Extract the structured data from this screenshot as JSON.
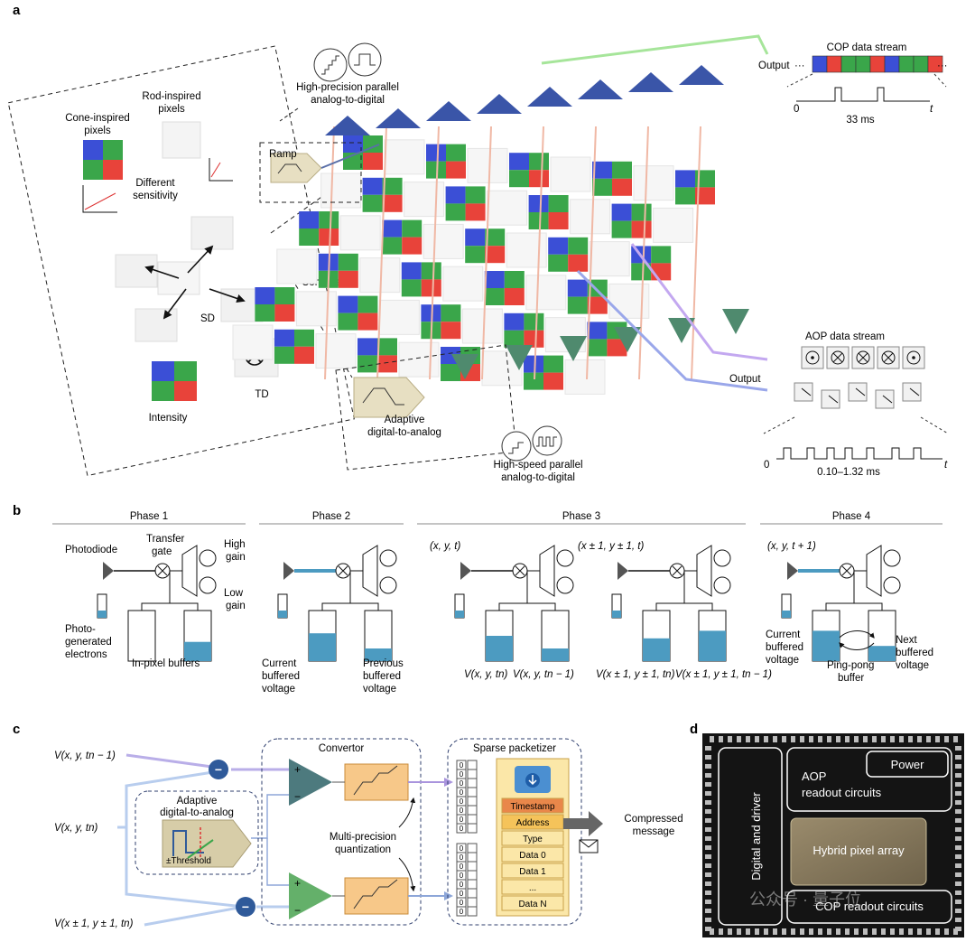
{
  "panel_a": {
    "letter": "a",
    "cone_label": "Cone-inspired pixels",
    "cone_lines": [
      "Cone-inspired",
      "pixels"
    ],
    "rod_lines": [
      "Rod-inspired",
      "pixels"
    ],
    "sensitivity_lines": [
      "Different",
      "sensitivity"
    ],
    "sd_label": "SD",
    "td_label": "TD",
    "intensity_label": "Intensity",
    "compose_label": "Compose",
    "ramp_label": "Ramp",
    "hp_adc_lines": [
      "High-precision parallel",
      "analog-to-digital"
    ],
    "adaptive_dac_lines": [
      "Adaptive",
      "digital-to-analog"
    ],
    "hs_adc_lines": [
      "High-speed parallel",
      "analog-to-digital"
    ],
    "cop_title": "COP data stream",
    "cop_output": "Output",
    "cop_colors": [
      "#3b4fd6",
      "#e8433a",
      "#3aa64a",
      "#3aa64a",
      "#e8433a",
      "#3b4fd6",
      "#3aa64a",
      "#3aa64a",
      "#e8433a"
    ],
    "cop_period": "33 ms",
    "cop_zero": "0",
    "cop_t": "t",
    "aop_title": "AOP data stream",
    "aop_output": "Output",
    "aop_period": "0.10–1.32 ms",
    "aop_zero": "0",
    "aop_t": "t",
    "ellipsis": "···"
  },
  "panel_b": {
    "letter": "b",
    "phases": [
      "Phase 1",
      "Phase 2",
      "Phase 3",
      "Phase 4"
    ],
    "photodiode": "Photodiode",
    "transfer_gate_lines": [
      "Transfer",
      "gate"
    ],
    "high_gain_lines": [
      "High",
      "gain"
    ],
    "low_gain_lines": [
      "Low",
      "gain"
    ],
    "photo_electrons_lines": [
      "Photo-",
      "generated",
      "electrons"
    ],
    "inpixel_buffers": "In-pixel buffers",
    "current_buffered_lines": [
      "Current",
      "buffered",
      "voltage"
    ],
    "previous_buffered_lines": [
      "Previous",
      "buffered",
      "voltage"
    ],
    "coord_xyt": "(x, y, t)",
    "coord_xpm": "(x ± 1, y ± 1, t)",
    "coord_xyt1": "(x, y, t + 1)",
    "v_xy_tn": "V(x, y, tn)",
    "v_xy_tn1": "V(x, y, tn − 1)",
    "v_xpm_tn": "V(x ± 1, y ± 1, tn)",
    "v_xpm_tn1": "V(x ± 1, y ± 1, tn − 1)",
    "current_buffered_p4_lines": [
      "Current",
      "buffered",
      "voltage"
    ],
    "next_buffered_lines": [
      "Next",
      "buffered",
      "voltage"
    ],
    "pingpong_lines": [
      "Ping-pong",
      "buffer"
    ]
  },
  "panel_c": {
    "letter": "c",
    "in_top": "V(x, y, tn − 1)",
    "in_mid": "V(x, y, tn)",
    "in_bot": "V(x ± 1, y ± 1, tn)",
    "minus": "−",
    "adaptive_lines": [
      "Adaptive",
      "digital-to-analog"
    ],
    "threshold": "±Threshold",
    "convertor": "Convertor",
    "multi_precision_lines": [
      "Multi-precision",
      "quantization"
    ],
    "sparse_packetizer": "Sparse packetizer",
    "packet_fields": [
      "Timestamp",
      "Address",
      "Type",
      "Data 0",
      "Data 1",
      "...",
      "Data N"
    ],
    "packet_colors": [
      "#e9874a",
      "#f5c35a",
      "#fbe7a8",
      "#fbe7a8",
      "#fbe7a8",
      "#fbe7a8",
      "#fbe7a8"
    ],
    "compressed_lines": [
      "Compressed",
      "message"
    ],
    "bits_top": [
      "0",
      "0",
      "0",
      "0",
      "0",
      "0",
      "0",
      "0"
    ],
    "bits_bot": [
      "0",
      "0",
      "0",
      "0",
      "0",
      "0",
      "0",
      "0"
    ]
  },
  "panel_d": {
    "letter": "d",
    "power": "Power",
    "aop_lines": [
      "AOP",
      "readout circuits"
    ],
    "hybrid": "Hybrid pixel array",
    "digital_driver": "Digital and driver",
    "cop_readout": "COP readout circuits",
    "watermark": "公众号 · 量子位"
  }
}
